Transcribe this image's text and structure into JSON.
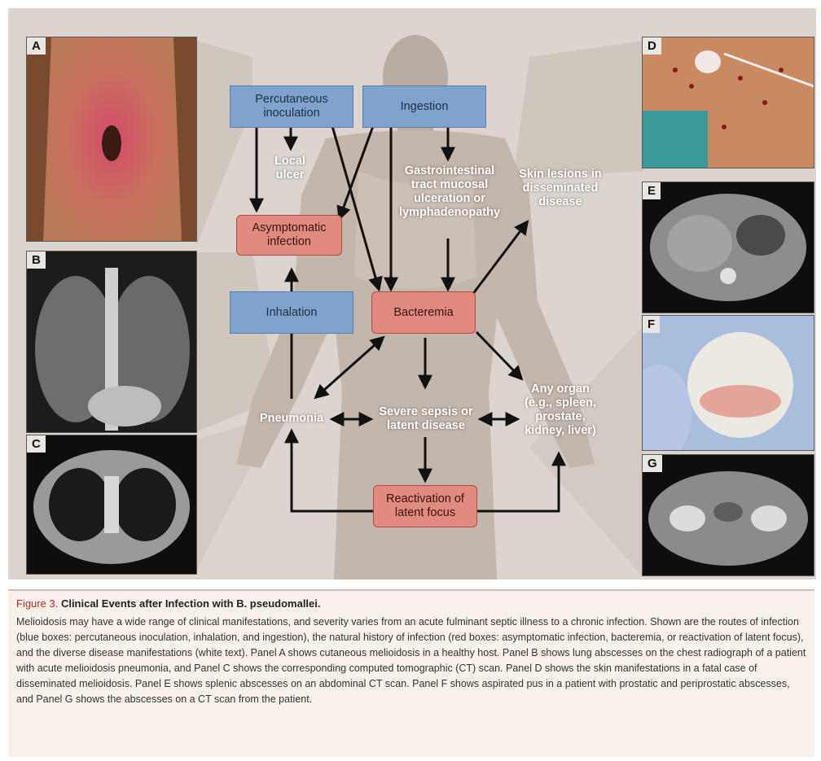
{
  "colors": {
    "background": "#dcd5cf",
    "route_box": "#7fa3cc",
    "history_box": "#e08a80",
    "arrow": "#111111",
    "caption_accent": "#b02a32"
  },
  "panels": [
    {
      "letter": "A",
      "content": "leg-lesion-photo"
    },
    {
      "letter": "B",
      "content": "chest-radiograph"
    },
    {
      "letter": "C",
      "content": "chest-ct-scan"
    },
    {
      "letter": "D",
      "content": "skin-lesions-photo"
    },
    {
      "letter": "E",
      "content": "abdominal-ct-scan"
    },
    {
      "letter": "F",
      "content": "aspirated-pus-photo"
    },
    {
      "letter": "G",
      "content": "pelvic-ct-scan"
    }
  ],
  "blue_boxes": {
    "percutaneous": "Percutaneous inoculation",
    "ingestion": "Ingestion",
    "inhalation": "Inhalation"
  },
  "red_boxes": {
    "asymptomatic": "Asymptomatic infection",
    "bacteremia": "Bacteremia",
    "reactivation": "Reactivation of latent focus"
  },
  "white_text": {
    "local_ulcer": "Local ulcer",
    "gi": "Gastrointestinal tract mucosal ulceration or lymphadenopathy",
    "skin_lesions": "Skin lesions in disseminated disease",
    "pneumonia": "Pneumonia",
    "sepsis": "Severe sepsis or latent disease",
    "any_organ": "Any organ (e.g., spleen, prostate, kidney, liver)"
  },
  "caption": {
    "figure_number": "Figure 3.",
    "title": "Clinical Events after Infection with B. pseudomallei.",
    "text": "Melioidosis may have a wide range of clinical manifestations, and severity varies from an acute fulminant septic illness to a chronic infection. Shown are the routes of infection (blue boxes: percutaneous inoculation, inhalation, and ingestion), the natural history of infection (red boxes: asymptomatic infection, bacteremia, or reactivation of latent focus), and the diverse disease manifestations (white text). Panel A shows cutaneous melioidosis in a healthy host. Panel B shows lung abscesses on the chest radiograph of a patient with acute melioidosis pneumonia, and Panel C shows the corresponding computed tomographic (CT) scan. Panel D shows the skin manifestations in a fatal case of disseminated melioidosis. Panel E shows splenic abscesses on an abdominal CT scan. Panel F shows aspirated pus in a patient with prostatic and periprostatic abscesses, and Panel G shows the abscesses on a CT scan from the patient."
  }
}
